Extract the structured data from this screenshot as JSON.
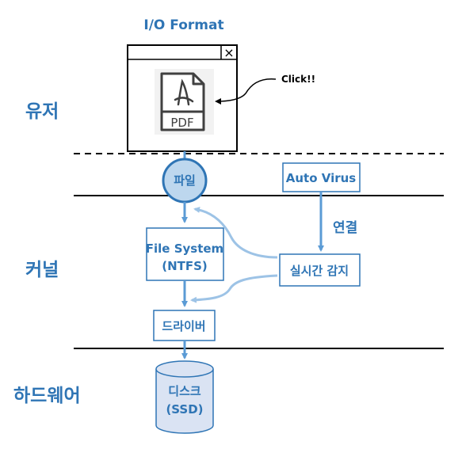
{
  "title": "I/O Format",
  "layers": {
    "user": "유저",
    "kernel": "커널",
    "hardware": "하드웨어"
  },
  "window": {
    "close_glyph": "×",
    "file_label": "PDF",
    "click_note": "Click!!"
  },
  "nodes": {
    "file": "파일",
    "auto_virus": "Auto Virus",
    "connect_label": "연결",
    "fs_line1": "File System",
    "fs_line2": "(NTFS)",
    "realtime": "실시간 감지",
    "driver": "드라이버",
    "disk_line1": "디스크",
    "disk_line2": "(SSD)"
  },
  "colors": {
    "accent": "#2f75b5",
    "arrow": "#5b9bd5",
    "light_arrow": "#9dc3e6",
    "circle_fill": "#bdd7ee",
    "cylinder_fill": "#dae3f3"
  }
}
